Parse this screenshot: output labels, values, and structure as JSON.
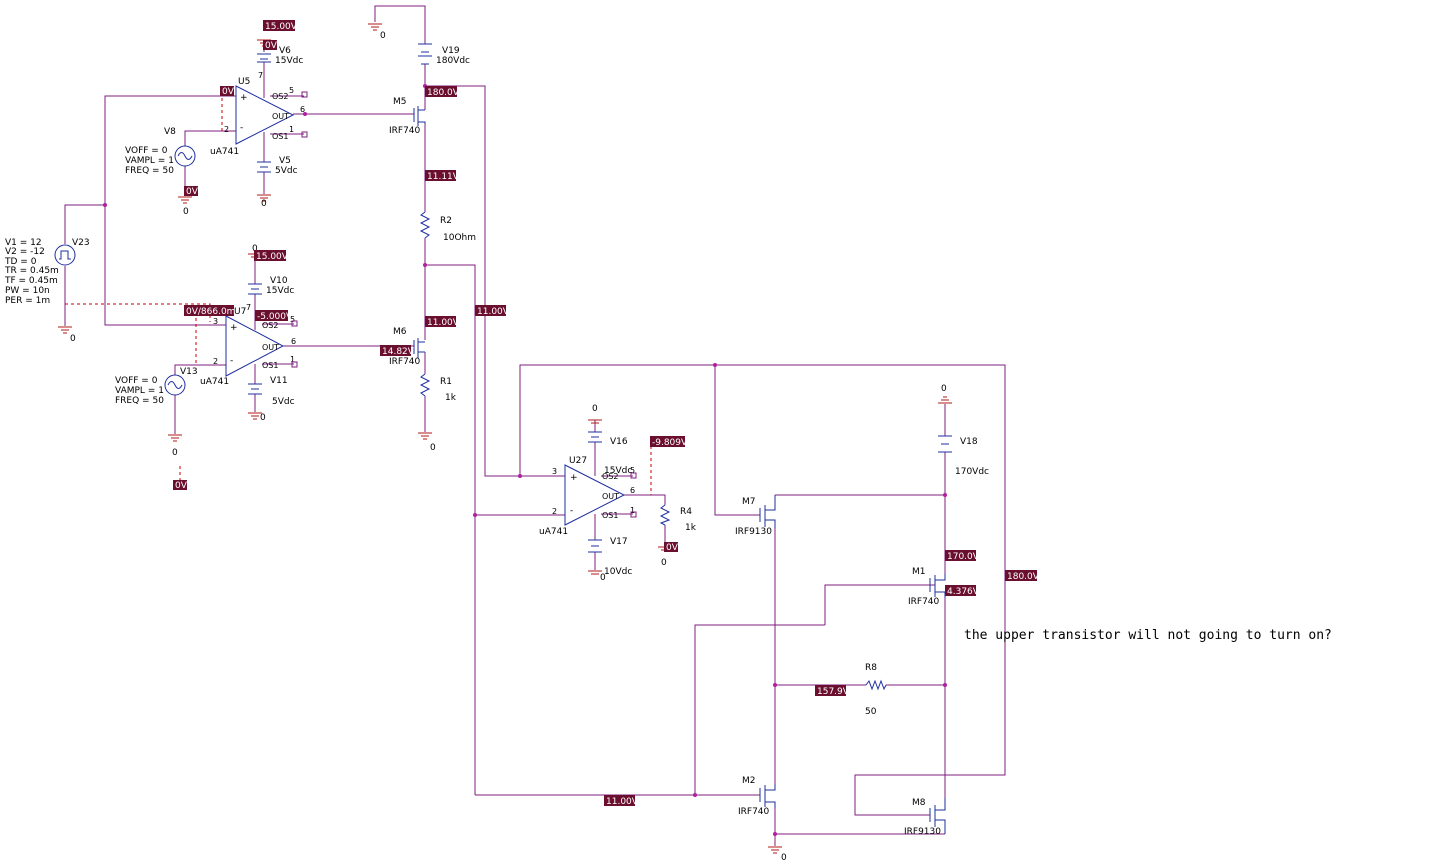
{
  "note": "the upper transistor will not going to turn on?",
  "components": {
    "U5": {
      "ref": "U5",
      "model": "uA741"
    },
    "U7": {
      "ref": "U7",
      "model": "uA741"
    },
    "U27": {
      "ref": "U27",
      "model": "uA741"
    },
    "V6": {
      "ref": "V6",
      "value": "15Vdc"
    },
    "V5": {
      "ref": "V5",
      "value": "5Vdc"
    },
    "V10": {
      "ref": "V10",
      "value": "15Vdc"
    },
    "V11": {
      "ref": "V11",
      "value": "5Vdc"
    },
    "V16": {
      "ref": "V16",
      "value": "15Vdc"
    },
    "V17": {
      "ref": "V17",
      "value": "10Vdc"
    },
    "V18": {
      "ref": "V18",
      "value": "170Vdc"
    },
    "V19": {
      "ref": "V19",
      "value": "180Vdc"
    },
    "V8": {
      "ref": "V8",
      "params": [
        "VOFF = 0",
        "VAMPL = 1",
        "FREQ = 50"
      ]
    },
    "V13": {
      "ref": "V13",
      "params": [
        "VOFF = 0",
        "VAMPL = 1",
        "FREQ = 50"
      ]
    },
    "V23": {
      "ref": "V23",
      "params": [
        "V1 = 12",
        "V2 = -12",
        "TD = 0",
        "TR = 0.45m",
        "TF = 0.45m",
        "PW = 10n",
        "PER = 1m"
      ]
    },
    "M5": {
      "ref": "M5",
      "model": "IRF740"
    },
    "M6": {
      "ref": "M6",
      "model": "IRF740"
    },
    "M1": {
      "ref": "M1",
      "model": "IRF740"
    },
    "M2": {
      "ref": "M2",
      "model": "IRF740"
    },
    "M7": {
      "ref": "M7",
      "model": "IRF9130"
    },
    "M8": {
      "ref": "M8",
      "model": "IRF9130"
    },
    "R1": {
      "ref": "R1",
      "value": "1k"
    },
    "R2": {
      "ref": "R2",
      "value": "10Ohm"
    },
    "R4": {
      "ref": "R4",
      "value": "1k"
    },
    "R8": {
      "ref": "R8",
      "value": "50"
    }
  },
  "ground_label": "0",
  "pins": {
    "plus": "+",
    "minus": "-",
    "out": "OUT",
    "os1": "OS1",
    "os2": "OS2"
  },
  "voltages": {
    "v15_u5": "15.00V",
    "v0_u5_top": "0V",
    "v0_u5_in": "0V",
    "v0_v8": "0V",
    "v180_m5": "180.0V",
    "v1111": "11.11V",
    "v1100_r2": "11.00V",
    "v1100_m6": "11.00V",
    "v1482": "14.82V",
    "v15_u7": "15.00V",
    "v_u7_in": "0V/866.0m",
    "v_m5000": "-5.000V",
    "v0_v13": "0V",
    "v9809": "-9.809V",
    "v0_r4": "0V",
    "v170": "170.0V",
    "v4376": "4.376V",
    "v180_right": "180.0V",
    "v1579": "157.9V",
    "v1100_bottom": "11.00V"
  }
}
